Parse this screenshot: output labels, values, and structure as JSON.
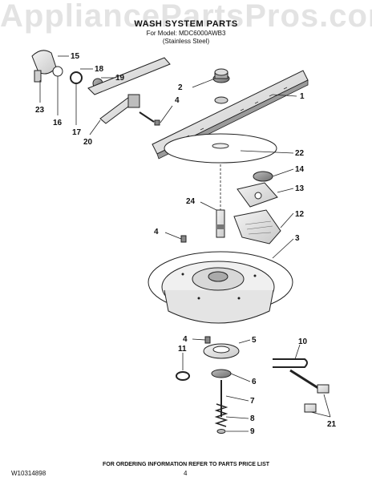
{
  "watermark": "AppliancePartsPros.com",
  "header": {
    "title": "WASH SYSTEM PARTS",
    "model_line": "For Model: MDC6000AWB3",
    "finish_line": "(Stainless Steel)"
  },
  "callouts": [
    "15",
    "18",
    "19",
    "2",
    "1",
    "23",
    "16",
    "17",
    "20",
    "4",
    "22",
    "14",
    "13",
    "24",
    "12",
    "4",
    "3",
    "4",
    "5",
    "10",
    "11",
    "6",
    "7",
    "8",
    "9",
    "21"
  ],
  "footer": {
    "note": "FOR ORDERING INFORMATION REFER TO PARTS PRICE LIST",
    "doc_number": "W10314898",
    "page_number": "4"
  }
}
